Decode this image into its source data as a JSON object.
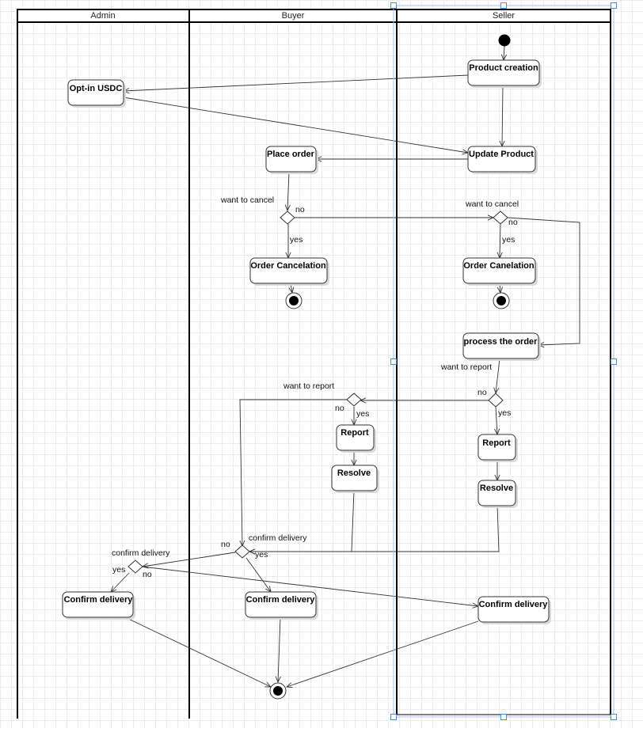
{
  "lanes": {
    "admin": "Admin",
    "buyer": "Buyer",
    "seller": "Seller"
  },
  "nodes": {
    "product_creation": "Product creation",
    "opt_in_usdc": "Opt-in USDC",
    "update_product": "Update Product",
    "place_order": "Place order",
    "order_cancelation_buyer": "Order Cancelation",
    "order_canelation_seller": "Order Canelation",
    "process_the_order": "process the order",
    "report_buyer": "Report",
    "resolve_buyer": "Resolve",
    "report_seller": "Report",
    "resolve_seller": "Resolve",
    "confirm_delivery_admin": "Confirm delivery",
    "confirm_delivery_buyer": "Confirm delivery",
    "confirm_delivery_seller": "Confirm delivery"
  },
  "labels": {
    "want_to_cancel_buyer": "want to cancel",
    "no_buyer_cancel": "no",
    "yes_buyer_cancel": "yes",
    "want_to_cancel_seller": "want to cancel",
    "no_seller_cancel": "no",
    "yes_seller_cancel": "yes",
    "want_to_report_seller": "want to report",
    "no_seller_report": "no",
    "yes_seller_report": "yes",
    "want_to_report_buyer": "want to report",
    "no_buyer_report": "no",
    "yes_buyer_report": "yes",
    "confirm_delivery_buyer_q": "confirm delivery",
    "no_buyer_confirm": "no",
    "yes_buyer_confirm": "yes",
    "confirm_delivery_admin_q": "confirm delivery",
    "yes_admin_confirm": "yes",
    "no_admin_confirm": "no"
  },
  "colors": {
    "selection": "#4a90d9",
    "grid": "#ececec",
    "stroke": "#333333"
  }
}
